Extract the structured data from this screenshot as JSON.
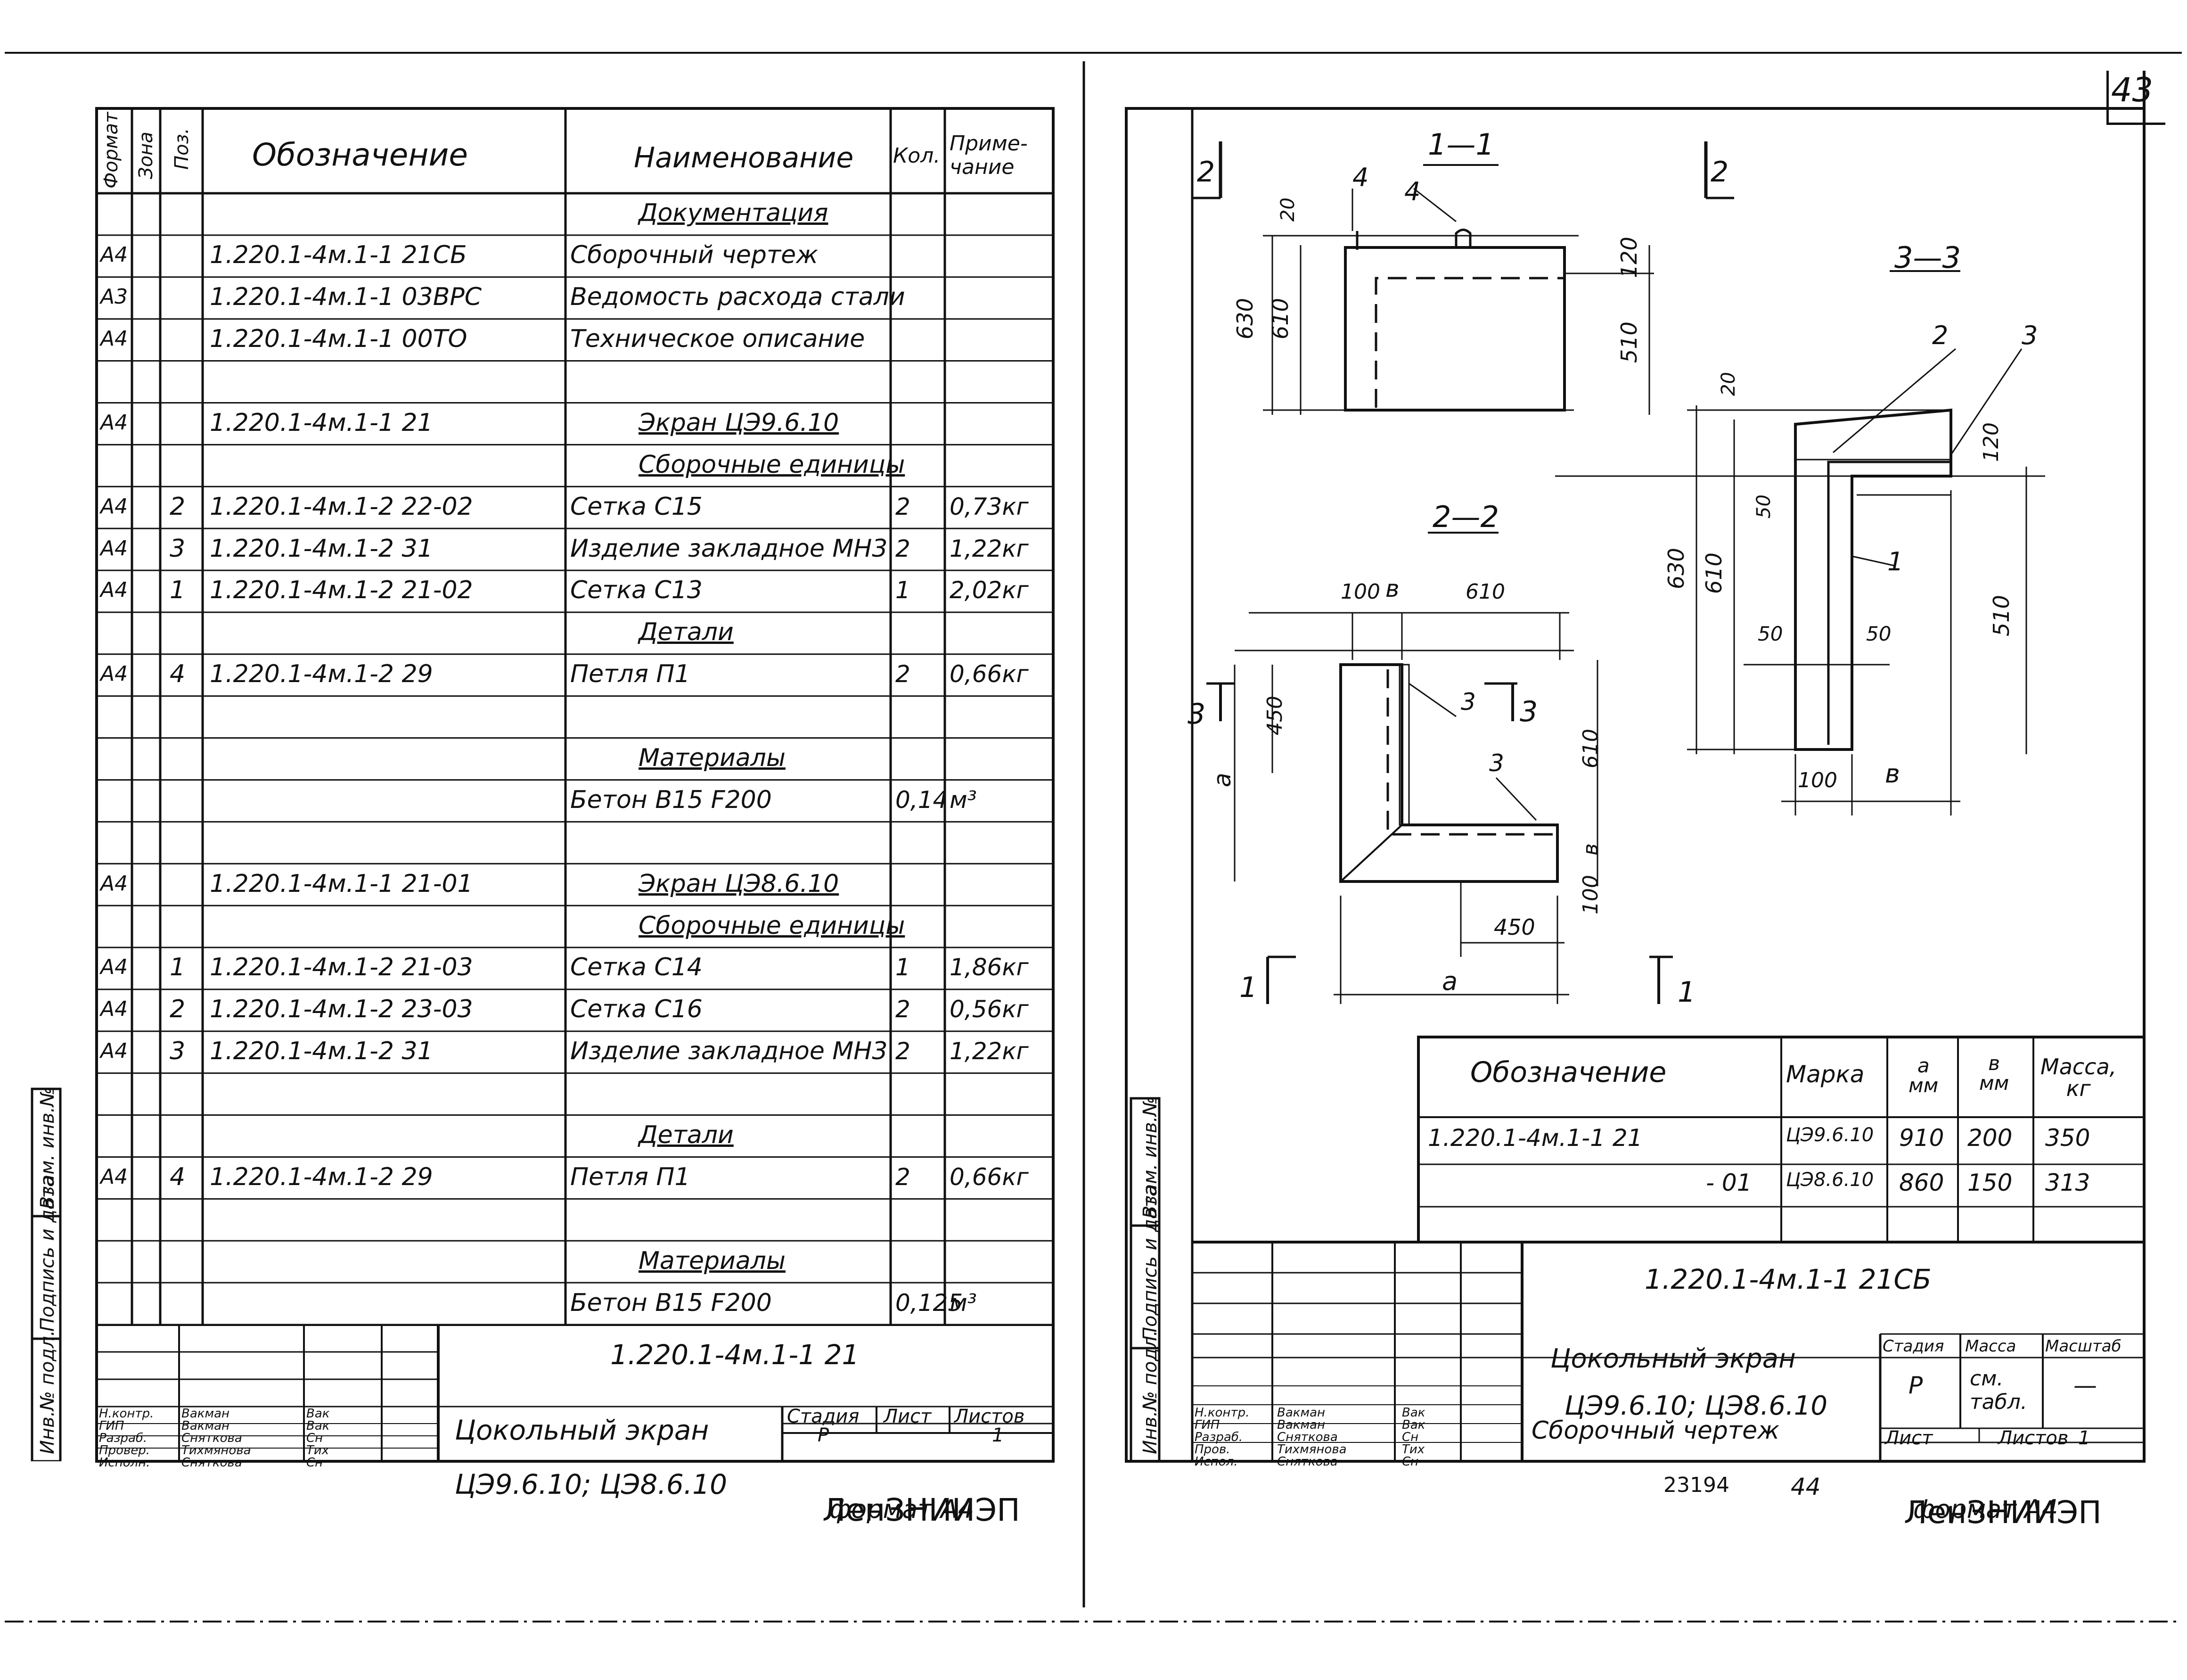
{
  "page_number": "43",
  "left": {
    "headers": {
      "format": "Формат",
      "zone": "Зона",
      "pos": "Поз.",
      "designation": "Обозначение",
      "name": "Наименование",
      "qty": "Кол.",
      "note": "Приме-\nчание"
    },
    "rows": [
      {
        "f": "",
        "p": "",
        "d": "",
        "n": "Документация",
        "q": "",
        "note": "",
        "sec": true
      },
      {
        "f": "А4",
        "p": "",
        "d": "1.220.1-4м.1-1   21СБ",
        "n": "Сборочный чертеж",
        "q": "",
        "note": ""
      },
      {
        "f": "А3",
        "p": "",
        "d": "1.220.1-4м.1-1  03ВРС",
        "n": "Ведомость расхода стали",
        "q": "",
        "note": ""
      },
      {
        "f": "А4",
        "p": "",
        "d": "1.220.1-4м.1-1  00ТО",
        "n": "Техническое описание",
        "q": "",
        "note": ""
      },
      {
        "f": "",
        "p": "",
        "d": "",
        "n": "",
        "q": "",
        "note": ""
      },
      {
        "f": "А4",
        "p": "",
        "d": "1.220.1-4м.1-1   21",
        "n": "Экран ЦЭ9.6.10",
        "q": "",
        "note": "",
        "sec": true
      },
      {
        "f": "",
        "p": "",
        "d": "",
        "n": "Сборочные единицы",
        "q": "",
        "note": "",
        "sec": true
      },
      {
        "f": "А4",
        "p": "2",
        "d": "1.220.1-4м.1-2   22-02",
        "n": "Сетка С15",
        "q": "2",
        "note": "0,73кг"
      },
      {
        "f": "А4",
        "p": "3",
        "d": "1.220.1-4м.1-2    31",
        "n": "Изделие закладное МН3",
        "q": "2",
        "note": "1,22кг"
      },
      {
        "f": "А4",
        "p": "1",
        "d": "1.220.1-4м.1-2   21-02",
        "n": "Сетка С13",
        "q": "1",
        "note": "2,02кг"
      },
      {
        "f": "",
        "p": "",
        "d": "",
        "n": "Детали",
        "q": "",
        "note": "",
        "sec": true
      },
      {
        "f": "А4",
        "p": "4",
        "d": "1.220.1-4м.1-2   29",
        "n": "Петля П1",
        "q": "2",
        "note": "0,66кг"
      },
      {
        "f": "",
        "p": "",
        "d": "",
        "n": "",
        "q": "",
        "note": ""
      },
      {
        "f": "",
        "p": "",
        "d": "",
        "n": "Материалы",
        "q": "",
        "note": "",
        "sec": true
      },
      {
        "f": "",
        "p": "",
        "d": "",
        "n": "Бетон В15 F200",
        "q": "0,14",
        "note": "м³"
      },
      {
        "f": "",
        "p": "",
        "d": "",
        "n": "",
        "q": "",
        "note": ""
      },
      {
        "f": "А4",
        "p": "",
        "d": "1.220.1-4м.1-1   21-01",
        "n": "Экран ЦЭ8.6.10",
        "q": "",
        "note": "",
        "sec": true
      },
      {
        "f": "",
        "p": "",
        "d": "",
        "n": "Сборочные единицы",
        "q": "",
        "note": "",
        "sec": true
      },
      {
        "f": "А4",
        "p": "1",
        "d": "1.220.1-4м.1-2   21-03",
        "n": "Сетка С14",
        "q": "1",
        "note": "1,86кг"
      },
      {
        "f": "А4",
        "p": "2",
        "d": "1.220.1-4м.1-2   23-03",
        "n": "Сетка С16",
        "q": "2",
        "note": "0,56кг"
      },
      {
        "f": "А4",
        "p": "3",
        "d": "1.220.1-4м.1-2   31",
        "n": "Изделие закладное МН3",
        "q": "2",
        "note": "1,22кг"
      },
      {
        "f": "",
        "p": "",
        "d": "",
        "n": "",
        "q": "",
        "note": ""
      },
      {
        "f": "",
        "p": "",
        "d": "",
        "n": "Детали",
        "q": "",
        "note": "",
        "sec": true
      },
      {
        "f": "А4",
        "p": "4",
        "d": "1.220.1-4м.1-2   29",
        "n": "Петля П1",
        "q": "2",
        "note": "0,66кг"
      },
      {
        "f": "",
        "p": "",
        "d": "",
        "n": "",
        "q": "",
        "note": ""
      },
      {
        "f": "",
        "p": "",
        "d": "",
        "n": "Материалы",
        "q": "",
        "note": "",
        "sec": true
      },
      {
        "f": "",
        "p": "",
        "d": "",
        "n": "Бетон В15  F200",
        "q": "0,125",
        "note": "м³"
      }
    ],
    "stamp": {
      "code": "1.220.1-4м.1-1    21",
      "title1": "Цокольный экран",
      "title2": "ЦЭ9.6.10; ЦЭ8.6.10",
      "stage_label": "Стадия",
      "sheet_label": "Лист",
      "sheets_label": "Листов",
      "stage": "Р",
      "sheets": "1",
      "org": "ЛенЗНИИЭП",
      "people": [
        {
          "role": "Н.контр.",
          "name": "Вакман",
          "sign": "Вак"
        },
        {
          "role": "ГИП",
          "name": "Вакман",
          "sign": "Вак"
        },
        {
          "role": "Разраб.",
          "name": "Сняткова",
          "sign": "Сн"
        },
        {
          "role": "Провер.",
          "name": "Тихмянова",
          "sign": "Тих"
        },
        {
          "role": "Исполн.",
          "name": "Сняткова",
          "sign": "Сн"
        }
      ]
    },
    "side_labels": [
      "Инв.№ подл.",
      "Подпись и дата",
      "Взам. инв.№"
    ],
    "format_note": "формат А4"
  },
  "right": {
    "drawing": {
      "section_1_1": "1—1",
      "section_2_2": "2—2",
      "section_3_3": "3—3",
      "cut_1": "1",
      "cut_2": "2",
      "cut_3": "3",
      "dims_1_1": [
        "630",
        "610",
        "20",
        "510",
        "120"
      ],
      "pos_1_1": [
        "4",
        "4"
      ],
      "dims_2_2": [
        "100",
        "в",
        "610",
        "450",
        "а",
        "610",
        "в",
        "100",
        "450",
        "а"
      ],
      "pos_2_2": [
        "3",
        "3"
      ],
      "dims_3_3": [
        "20",
        "120",
        "630",
        "610",
        "50",
        "510",
        "50",
        "50",
        "100",
        "в"
      ],
      "pos_3_3": [
        "2",
        "3",
        "1"
      ]
    },
    "table": {
      "headers": {
        "designation": "Обозначение",
        "mark": "Марка",
        "a": "а\nмм",
        "b": "в\nмм",
        "mass": "Масса,\nкг"
      },
      "rows": [
        {
          "d": "1.220.1-4м.1-1   21",
          "mark": "ЦЭ9.6.10",
          "a": "910",
          "b": "200",
          "mass": "350"
        },
        {
          "d": "- 01",
          "mark": "ЦЭ8.6.10",
          "a": "860",
          "b": "150",
          "mass": "313"
        }
      ]
    },
    "stamp": {
      "code": "1.220.1-4м.1-1    21СБ",
      "title1": "Цокольный экран",
      "title2": "ЦЭ9.6.10; ЦЭ8.6.10",
      "title3": "Сборочный чертеж",
      "stage_label": "Стадия",
      "mass_label": "Масса",
      "scale_label": "Масштаб",
      "stage": "Р",
      "mass": "см. табл.",
      "scale": "—",
      "sheet_label": "Лист",
      "sheets_label": "Листов",
      "sheets": "1",
      "org": "ЛенЗНИИЭП",
      "people": [
        {
          "role": "Н.контр.",
          "name": "Вакман",
          "sign": "Вак"
        },
        {
          "role": "ГИП",
          "name": "Вакман",
          "sign": "Вак"
        },
        {
          "role": "Разраб.",
          "name": "Сняткова",
          "sign": "Сн"
        },
        {
          "role": "Пров.",
          "name": "Тихмянова",
          "sign": "Тих"
        },
        {
          "role": "Испол.",
          "name": "Сняткова",
          "sign": "Сн"
        }
      ]
    },
    "side_labels": [
      "Инв.№ подл.",
      "Подпись и дата",
      "Взам. инв.№"
    ],
    "bottom_number": "23194",
    "bottom_page": "44",
    "format_note": "формат А4"
  }
}
